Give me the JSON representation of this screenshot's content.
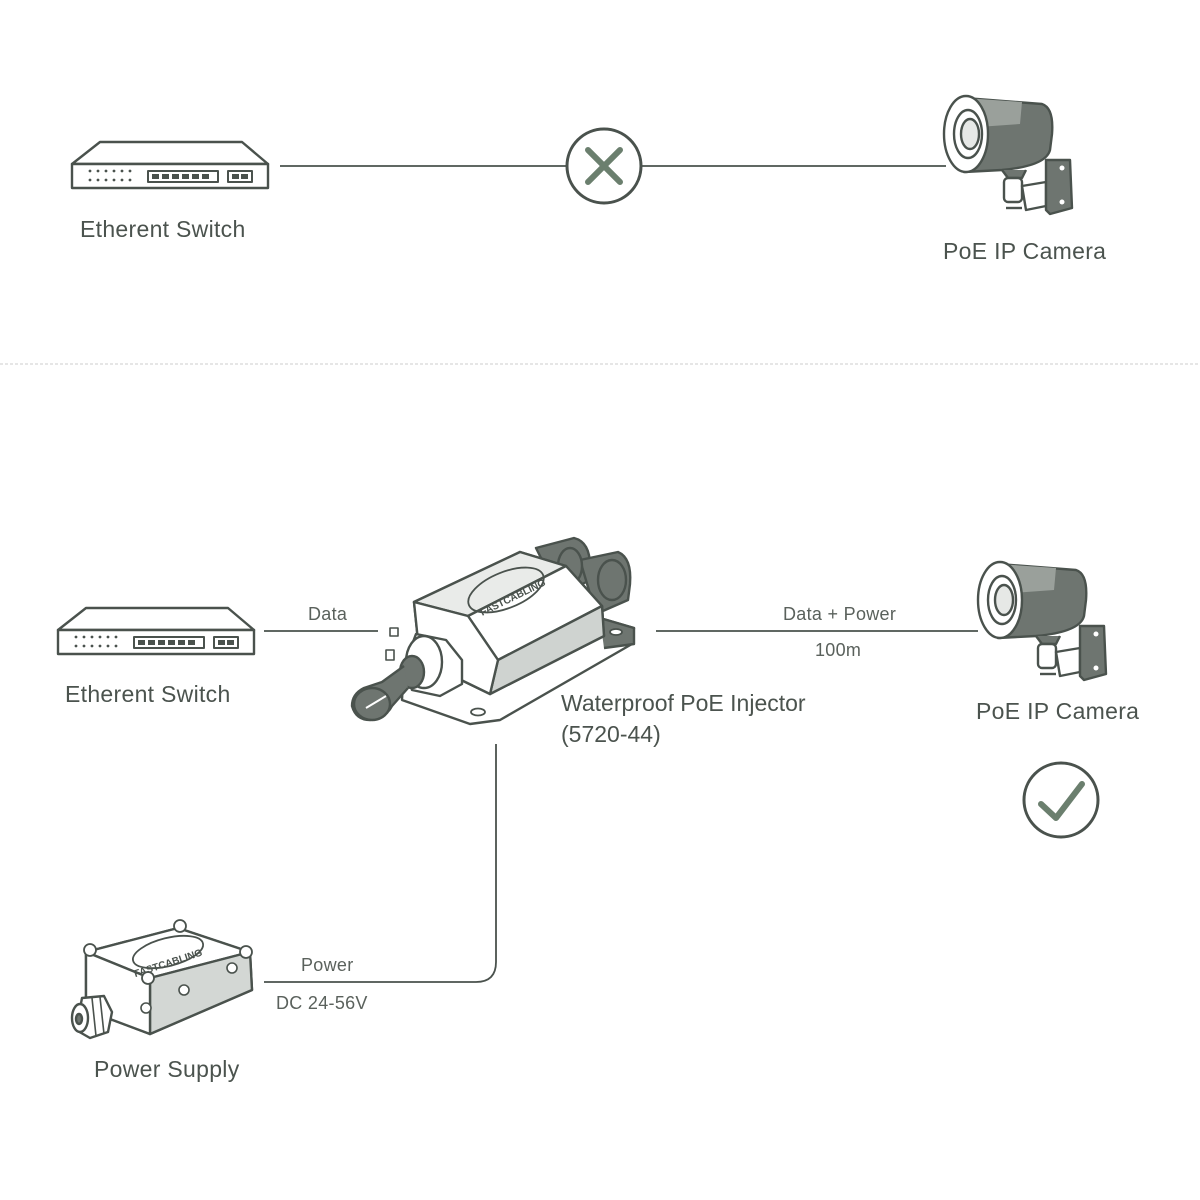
{
  "top": {
    "switch_label": "Etherent Switch",
    "camera_label": "PoE IP Camera"
  },
  "bottom": {
    "switch_label": "Etherent Switch",
    "camera_label": "PoE IP Camera",
    "data_label": "Data",
    "data_power_label": "Data + Power",
    "distance_label": "100m",
    "injector_name": "Waterproof PoE Injector",
    "injector_model": "(5720-44)",
    "power_label": "Power",
    "voltage_label": "DC 24-56V",
    "power_supply_label": "Power Supply",
    "brand_text": "FASTCABLING"
  },
  "colors": {
    "line": "#4a524d",
    "accent_green": "#6b7f6e",
    "separator": "#d6d6d6"
  }
}
